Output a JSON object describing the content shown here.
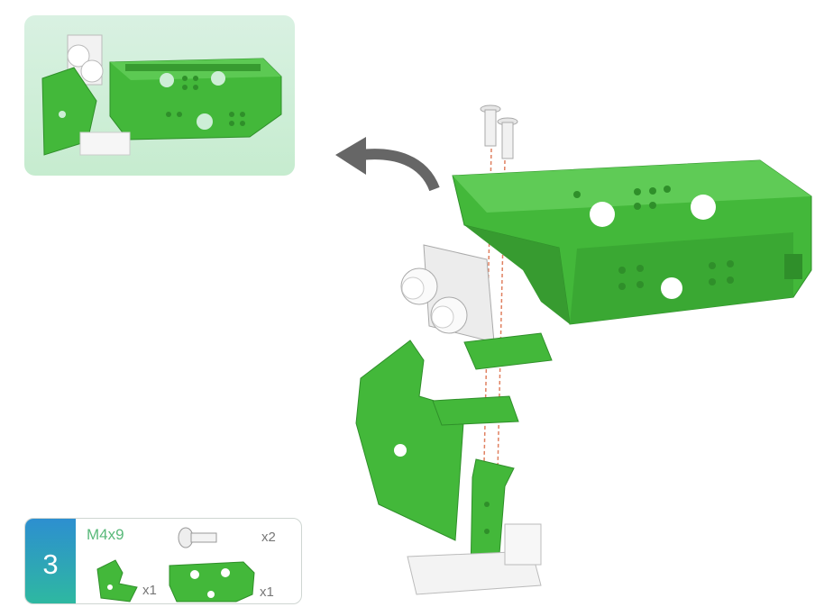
{
  "parts_list": {
    "step_number": "3",
    "screw_spec": "M4x9",
    "screw_qty": "x2",
    "bracket_qty": "x1",
    "plate_qty": "x1"
  },
  "colors": {
    "part_green": "#43b83a",
    "part_green_dark": "#2f8f2a",
    "inset_bg": "#cdeed6",
    "step_tab_top": "#2d8fd0",
    "step_tab_bottom": "#2eb9a0",
    "arrow": "#666666",
    "screw_label": "#59b97a"
  },
  "icons": [
    "assembled-preview",
    "direction-arrow-icon",
    "screw-icon",
    "green-chassis-plate",
    "ultrasonic-sensor",
    "green-l-bracket"
  ]
}
